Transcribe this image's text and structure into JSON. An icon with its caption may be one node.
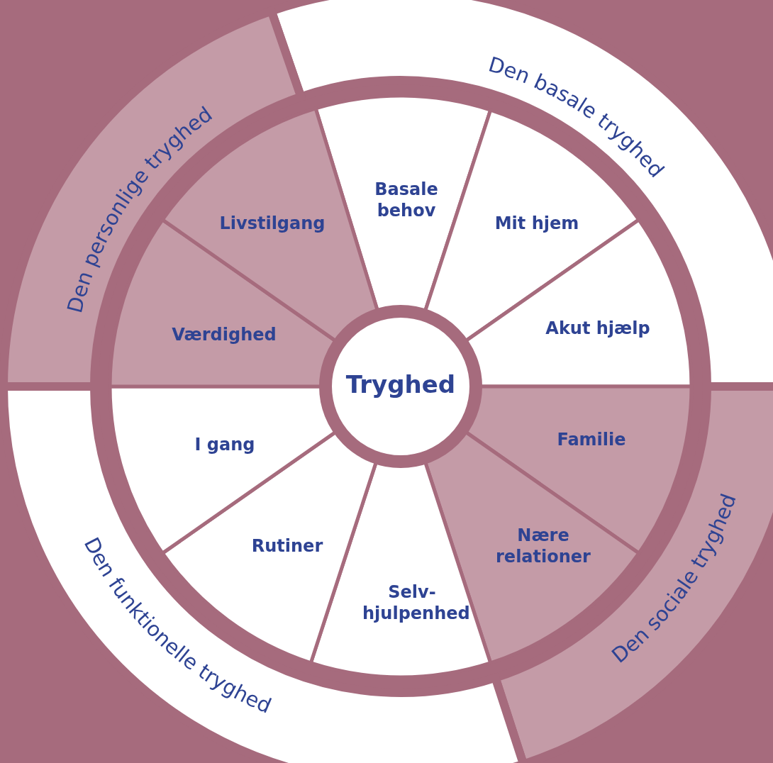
{
  "diagram": {
    "nodes": [
      {
        "text": [
          "Tryghed"
        ]
      },
      {
        "text": [
          "Den basale tryghed"
        ]
      },
      {
        "text": [
          "Den sociale tryghed"
        ]
      },
      {
        "text": [
          "Den funktionelle tryghed"
        ]
      },
      {
        "text": [
          "Den personlige tryghed"
        ]
      },
      {
        "text": [
          "Basale behov"
        ]
      },
      {
        "text": [
          "Mit hjem"
        ]
      },
      {
        "text": [
          "Akut hjælp"
        ]
      },
      {
        "text": [
          "Familie"
        ]
      },
      {
        "text": [
          "Nære relationer"
        ]
      },
      {
        "text": [
          "Selv- hjulpenhed"
        ]
      },
      {
        "text": [
          "Rutiner"
        ]
      },
      {
        "text": [
          "I gang"
        ]
      },
      {
        "text": [
          "Værdighed"
        ]
      },
      {
        "text": [
          "Livstilgang"
        ]
      }
    ]
  }
}
